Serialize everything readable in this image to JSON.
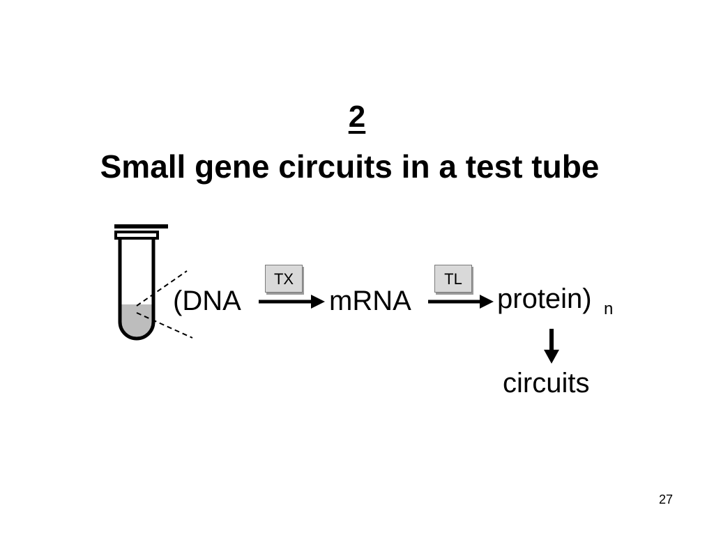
{
  "slide": {
    "section_number": "2",
    "title": "Small gene circuits in a test tube",
    "page_number": "27"
  },
  "diagram": {
    "dna_label": "(DNA",
    "mrna_label": "mRNA",
    "protein_label": "protein)",
    "protein_subscript": "n",
    "circuits_label": "circuits",
    "transcription_box": "TX",
    "translation_box": "TL"
  },
  "colors": {
    "text": "#000000",
    "box_fill": "#d9d9d9",
    "tube_liquid": "#bdbdbd"
  }
}
